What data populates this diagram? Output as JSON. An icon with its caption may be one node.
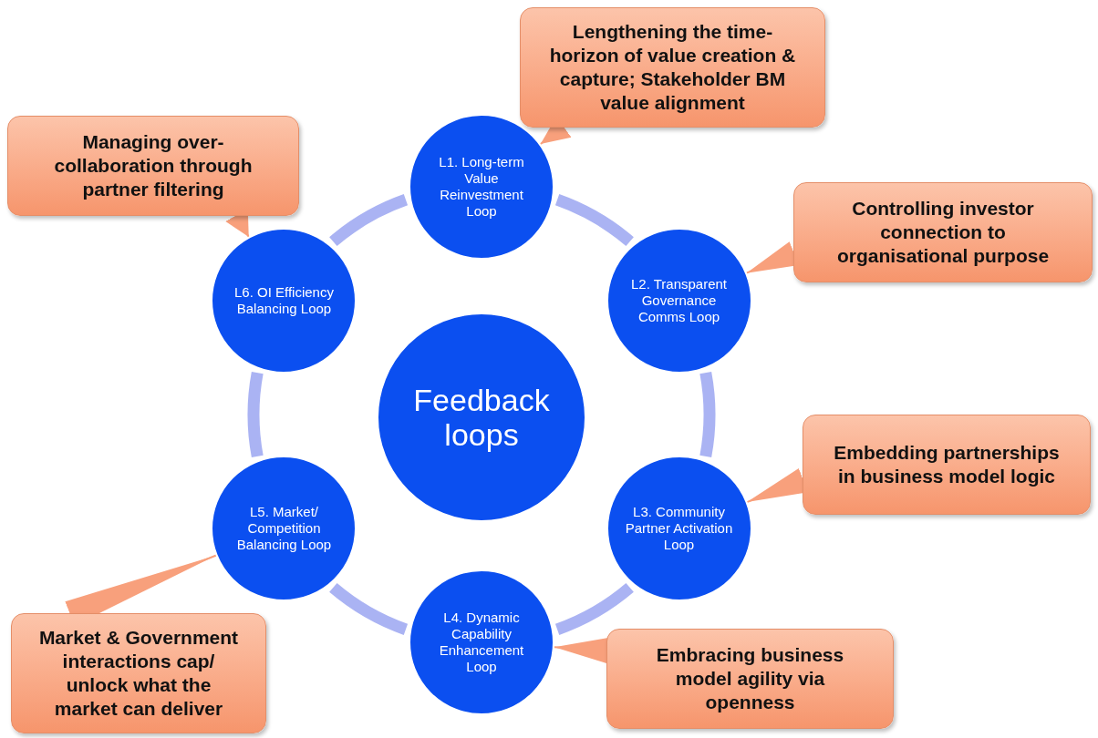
{
  "diagram": {
    "nodes": [
      {
        "text": [
          "Feedback loops"
        ]
      },
      {
        "text": [
          "L1. Long-term Value Reinvestment Loop"
        ]
      },
      {
        "text": [
          "L2. Transparent Governance Comms Loop"
        ]
      },
      {
        "text": [
          "L3. Community Partner Activation Loop"
        ]
      },
      {
        "text": [
          "L4. Dynamic Capability Enhancement Loop"
        ]
      },
      {
        "text": [
          "L5. Market/ Competition Balancing Loop"
        ]
      },
      {
        "text": [
          "L6. OI Efficiency Balancing Loop"
        ]
      },
      {
        "text": [
          "Lengthening the time-horizon of value creation & capture; Stakeholder BM value alignment"
        ]
      },
      {
        "text": [
          "Controlling investor connection to organisational purpose"
        ]
      },
      {
        "text": [
          "Embedding partnerships in business model logic"
        ]
      },
      {
        "text": [
          "Embracing business model agility via openness"
        ]
      },
      {
        "text": [
          "Market & Government interactions cap/ unlock what the market can deliver"
        ]
      },
      {
        "text": [
          "Managing over-collaboration through partner filtering"
        ]
      }
    ],
    "edges": [
      {
        "from": 1,
        "to": 2,
        "arrow": "none",
        "style": "thick",
        "color": "#aab3f3"
      },
      {
        "from": 2,
        "to": 3,
        "arrow": "none",
        "style": "thick",
        "color": "#aab3f3"
      },
      {
        "from": 3,
        "to": 4,
        "arrow": "none",
        "style": "thick",
        "color": "#aab3f3"
      },
      {
        "from": 4,
        "to": 5,
        "arrow": "none",
        "style": "thick",
        "color": "#aab3f3"
      },
      {
        "from": 5,
        "to": 6,
        "arrow": "none",
        "style": "thick",
        "color": "#aab3f3"
      },
      {
        "from": 6,
        "to": 1,
        "arrow": "none",
        "style": "thick",
        "color": "#aab3f3"
      },
      {
        "from": 7,
        "to": 1,
        "arrow": "to",
        "color": "#f8a07c"
      },
      {
        "from": 8,
        "to": 2,
        "arrow": "to",
        "color": "#f8a07c"
      },
      {
        "from": 9,
        "to": 3,
        "arrow": "to",
        "color": "#f8a07c"
      },
      {
        "from": 10,
        "to": 4,
        "arrow": "to",
        "color": "#f8a07c"
      },
      {
        "from": 11,
        "to": 5,
        "arrow": "to",
        "color": "#f8a07c"
      },
      {
        "from": 12,
        "to": 6,
        "arrow": "to",
        "color": "#f8a07c"
      }
    ]
  }
}
